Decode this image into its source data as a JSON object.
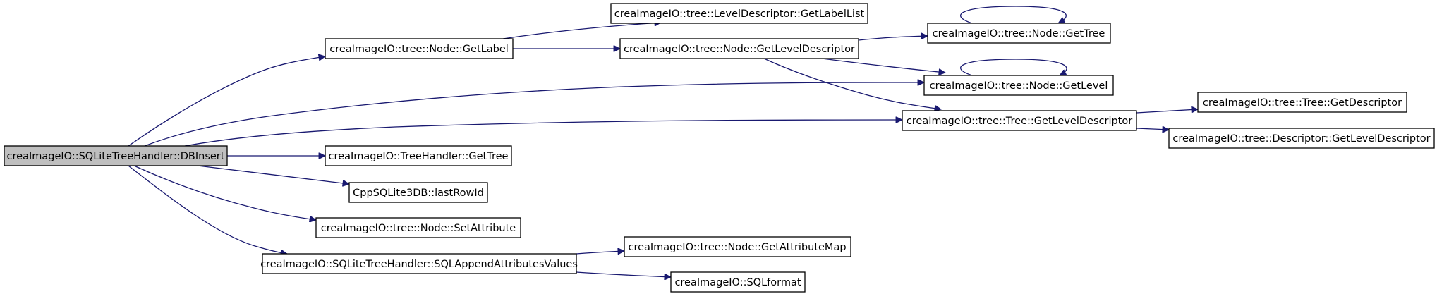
{
  "nodes": {
    "root": "creaImageIO::SQLiteTreeHandler::DBInsert",
    "getLabel": "creaImageIO::tree::Node::GetLabel",
    "getLabelList": "creaImageIO::tree::LevelDescriptor::GetLabelList",
    "nodeGetLevelDescriptor": "creaImageIO::tree::Node::GetLevelDescriptor",
    "getTree": "creaImageIO::tree::Node::GetTree",
    "getLevel": "creaImageIO::tree::Node::GetLevel",
    "treeGetLevelDescriptor": "creaImageIO::tree::Tree::GetLevelDescriptor",
    "getDescriptor": "creaImageIO::tree::Tree::GetDescriptor",
    "descriptorGetLevelDescriptor": "creaImageIO::tree::Descriptor::GetLevelDescriptor",
    "treeHandlerGetTree": "creaImageIO::TreeHandler::GetTree",
    "lastRowId": "CppSQLite3DB::lastRowId",
    "setAttribute": "creaImageIO::tree::Node::SetAttribute",
    "sqlAppend": "creaImageIO::SQLiteTreeHandler::SQLAppendAttributesValues",
    "getAttributeMap": "creaImageIO::tree::Node::GetAttributeMap",
    "sqlFormat": "creaImageIO::SQLformat"
  },
  "colors": {
    "edge": "#191970",
    "root_fill": "#bfbfbf",
    "node_fill": "#ffffff",
    "node_border": "#000000"
  }
}
